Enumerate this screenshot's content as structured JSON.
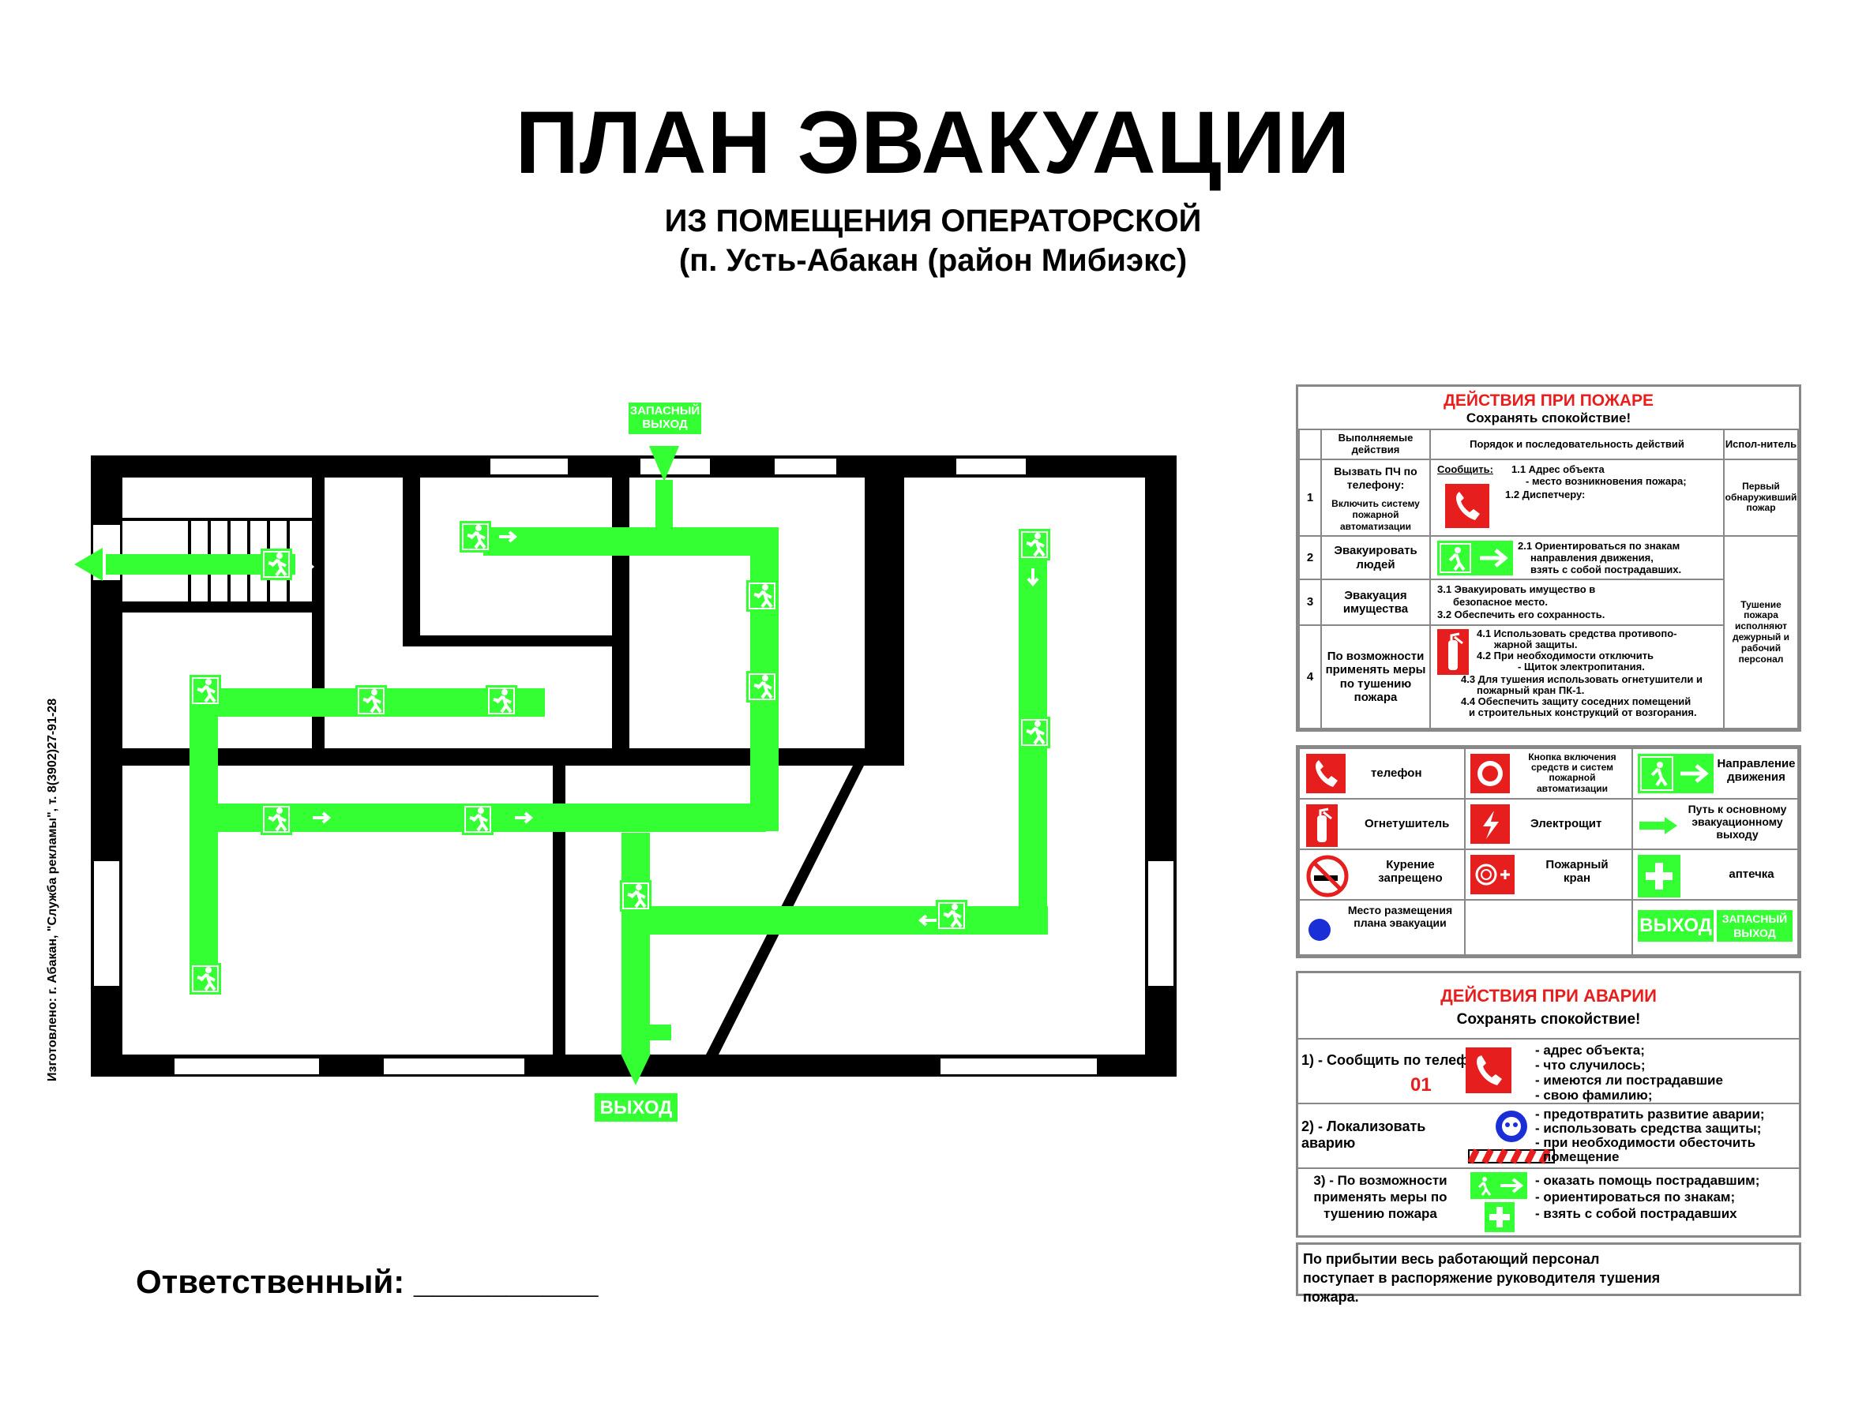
{
  "header": {
    "title": "ПЛАН ЭВАКУАЦИИ",
    "subtitle_line1": "ИЗ ПОМЕЩЕНИЯ ОПЕРАТОРСКОЙ",
    "subtitle_line2": "(п. Усть-Абакан (район Мибиэкс)"
  },
  "plan": {
    "emergency_exit_label": "ЗАПАСНЫЙ ВЫХОД",
    "exit_label": "ВЫХОД",
    "maker_text": "Изготовлено: г. Абакан, \"Служба рекламы\", т. 8(3902)27-91-28"
  },
  "footer": {
    "responsible": "Ответственный: __________"
  },
  "fire_actions": {
    "title": "ДЕЙСТВИЯ ПРИ ПОЖАРЕ",
    "subtitle": "Сохранять спокойствие!",
    "headers": [
      "Выполняемые действия",
      "Порядок и последовательность действий",
      "Испол-нитель"
    ],
    "rows": [
      {
        "num": "1",
        "action": "Вызвать ПЧ по телефону:",
        "action_extra": "Включить систему пожарной автоматизации",
        "steps": [
          "Сообщить:",
          "1.1 Адрес объекта",
          "- место возникновения пожара;",
          "1.2 Диспетчеру:"
        ]
      },
      {
        "num": "2",
        "action": "Эвакуировать людей",
        "steps": [
          "2.1 Ориентироваться по знакам",
          "направления движения,",
          "взять с собой пострадавших."
        ]
      },
      {
        "num": "3",
        "action": "Эвакуация имущества",
        "steps": [
          "3.1  Эвакуировать имущество в",
          "безопасное место.",
          "3.2  Обеспечить его сохранность."
        ]
      },
      {
        "num": "4",
        "action": "По возможности применять меры по тушению пожара",
        "steps": [
          "4.1 Использовать средства  противопо-",
          "жарной защиты.",
          "4.2 При необходимости отключить",
          "- Щиток электропитания.",
          "4.3  Для тушения использовать огнетушители и",
          "пожарный кран ПК-1.",
          "4.4 Обеспечить защиту соседних помещений",
          "и строительных конструкций от возгорания."
        ]
      }
    ],
    "executor_1": "Первый обнаруживший пожар",
    "executor_2": "Тушение пожара исполняют дежурный и рабочий персонал"
  },
  "legend": {
    "items": [
      {
        "icon": "phone-icon",
        "label": "телефон"
      },
      {
        "icon": "alarm-button-icon",
        "label": "Кнопка включения средств и систем пожарной автоматизации"
      },
      {
        "icon": "direction-icon",
        "label": "Направление движения"
      },
      {
        "icon": "extinguisher-icon",
        "label": "Огнетушитель"
      },
      {
        "icon": "electric-panel-icon",
        "label": "Электрощит"
      },
      {
        "icon": "main-path-arrow-icon",
        "label": "Путь к основному эвакуационному выходу"
      },
      {
        "icon": "no-smoking-icon",
        "label": "Курение запрещено"
      },
      {
        "icon": "fire-hose-icon",
        "label": "Пожарный кран"
      },
      {
        "icon": "first-aid-icon",
        "label": "аптечка"
      },
      {
        "icon": "location-dot-icon",
        "label": "Место размещения плана эвакуации"
      }
    ],
    "exit_sign": "ВЫХОД",
    "emergency_exit_sign": "ЗАПАСНЫЙ ВЫХОД"
  },
  "accident_actions": {
    "title": "ДЕЙСТВИЯ ПРИ АВАРИИ",
    "subtitle": "Сохранять спокойствие!",
    "row1": {
      "label": "1) - Сообщить по телефону",
      "number": "01",
      "items": [
        "- адрес объекта;",
        "- что случилось;",
        "- имеются ли пострадавшие",
        "- свою фамилию;"
      ]
    },
    "row2": {
      "label": "2) - Локализовать аварию",
      "items": [
        "- предотвратить развитие аварии;",
        "- использовать средства защиты;",
        "- при необходимости обесточить",
        "помещение"
      ]
    },
    "row3": {
      "label": "3) - По возможности применять меры по тушению пожара",
      "items": [
        "- оказать помощь пострадавшим;",
        "- ориентироваться по знакам;",
        "- взять с собой пострадавших"
      ]
    }
  },
  "note": {
    "text": "По прибытии весь работающий персонал поступает в распоряжение руководителя тушения пожара."
  },
  "colors": {
    "green": "#33ff33",
    "red": "#e61e1e",
    "border": "#888888",
    "blue": "#1a2fd6"
  }
}
